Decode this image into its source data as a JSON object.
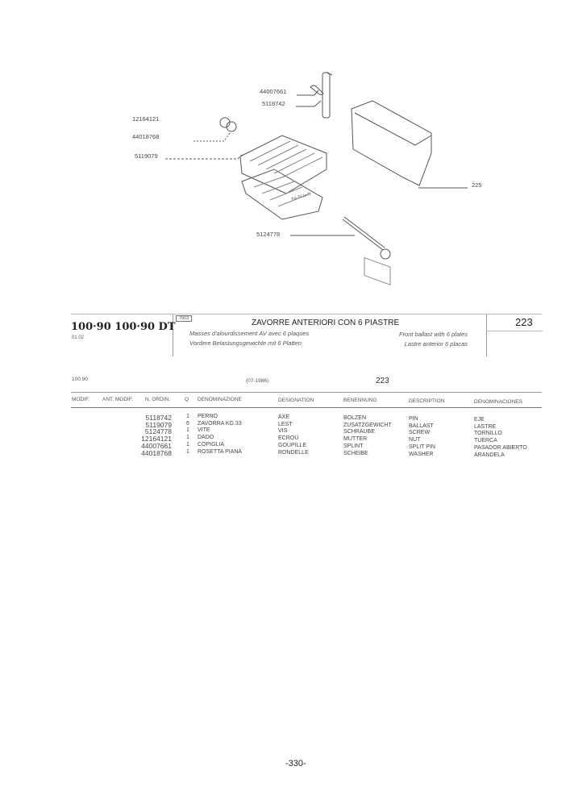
{
  "drawing": {
    "callouts": [
      "44007661",
      "5118742",
      "12164121",
      "44018768",
      "5119079",
      "225",
      "5124778"
    ],
    "ballast_marking": [
      "Kg 33",
      "(a 7)"
    ]
  },
  "header": {
    "models": "100·90  100·90 DT",
    "sub_code": "01  02",
    "ref_box": "7903",
    "title": "ZAVORRE ANTERIORI CON 6 PIASTRE",
    "fr": "Masses d'alourdissement AV avec 6 plaques",
    "de": "Vordere Belastungsgewichte mit 6 Platten",
    "en": "Front ballast with 6 plates",
    "es": "Lastre anterior 6 placas",
    "table_number": "223"
  },
  "subheader": {
    "model": "100.90",
    "date": "(07-1986)",
    "table_number": "223"
  },
  "columns": [
    "MODIF.",
    "ANT. MODIF.",
    "N. ORDIN.",
    "Q",
    "DENOMINAZIONE",
    "DESIGNATION",
    "BENENNUNG",
    "DESCRIPTION",
    "DENOMINACIONES"
  ],
  "rows": [
    {
      "part": "5118742",
      "qty": "1",
      "it": "PERNO",
      "fr": "AXE",
      "de": "BOLZEN",
      "en": "PIN",
      "es": "EJE"
    },
    {
      "part": "5119079",
      "qty": "6",
      "it": "ZAVORRA KG.33",
      "fr": "LEST",
      "de": "ZUSATZGEWICHT",
      "en": "BALLAST",
      "es": "LASTRE"
    },
    {
      "part": "5124778",
      "qty": "1",
      "it": "VITE",
      "fr": "VIS",
      "de": "SCHRAUBE",
      "en": "SCREW",
      "es": "TORNILLO"
    },
    {
      "part": "12164121",
      "qty": "1",
      "it": "DADO",
      "fr": "ECROU",
      "de": "MUTTER",
      "en": "NUT",
      "es": "TUERCA"
    },
    {
      "part": "44007661",
      "qty": "1",
      "it": "COPIGLIA",
      "fr": "GOUPILLE",
      "de": "SPLINT",
      "en": "SPLIT PIN",
      "es": "PASADOR ABIERTO"
    },
    {
      "part": "44018768",
      "qty": "1",
      "it": "ROSETTA PIANA",
      "fr": "RONDELLE",
      "de": "SCHEIBE",
      "en": "WASHER",
      "es": "ARANDELA"
    }
  ],
  "footer": {
    "page": "-330-"
  }
}
